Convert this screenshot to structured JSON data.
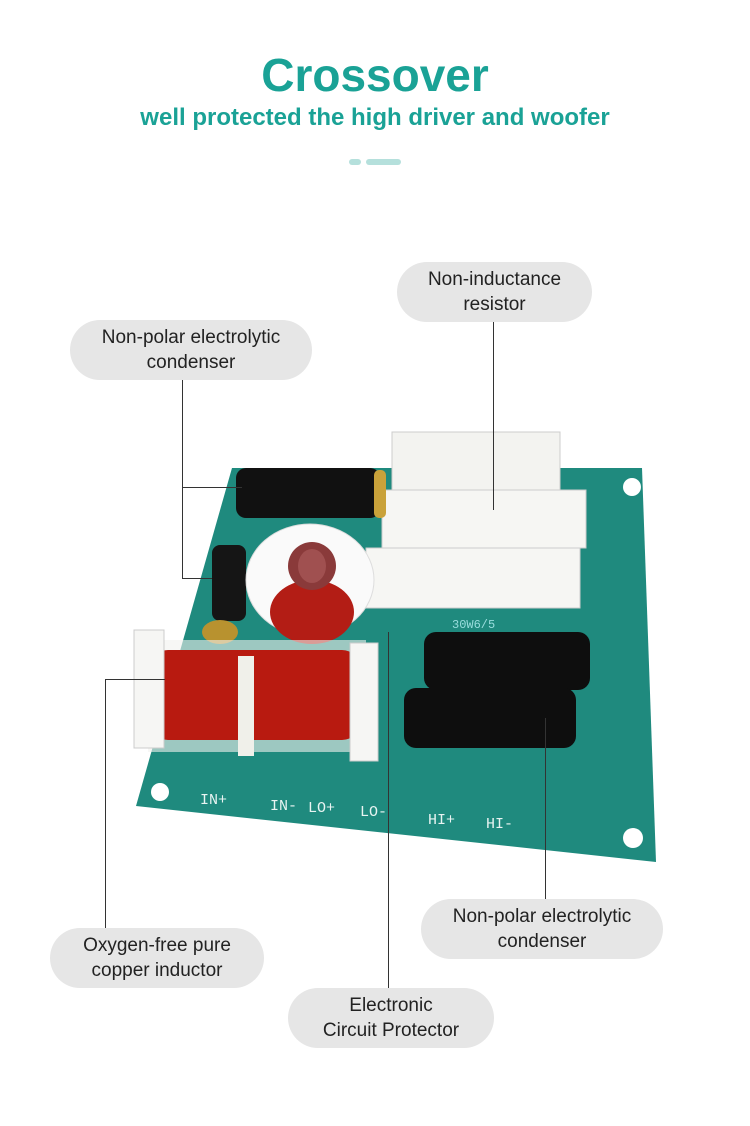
{
  "header": {
    "title": "Crossover",
    "subtitle": "well protected the high driver and woofer"
  },
  "colors": {
    "accent": "#1aa296",
    "board": "#1f8a7e",
    "pill": "#e6e6e6"
  },
  "board_silkscreen": [
    "IN+",
    "IN-",
    "LO+",
    "LO-",
    "HI+",
    "HI-",
    "30W6/5"
  ],
  "callouts": {
    "resistor": [
      "Non-inductance",
      "resistor"
    ],
    "condenser_top": [
      "Non-polar electrolytic",
      "condenser"
    ],
    "condenser_bottom": [
      "Non-polar electrolytic",
      "condenser"
    ],
    "inductor": [
      "Oxygen-free pure",
      "copper inductor"
    ],
    "protector": [
      "Electronic",
      "Circuit Protector"
    ]
  }
}
